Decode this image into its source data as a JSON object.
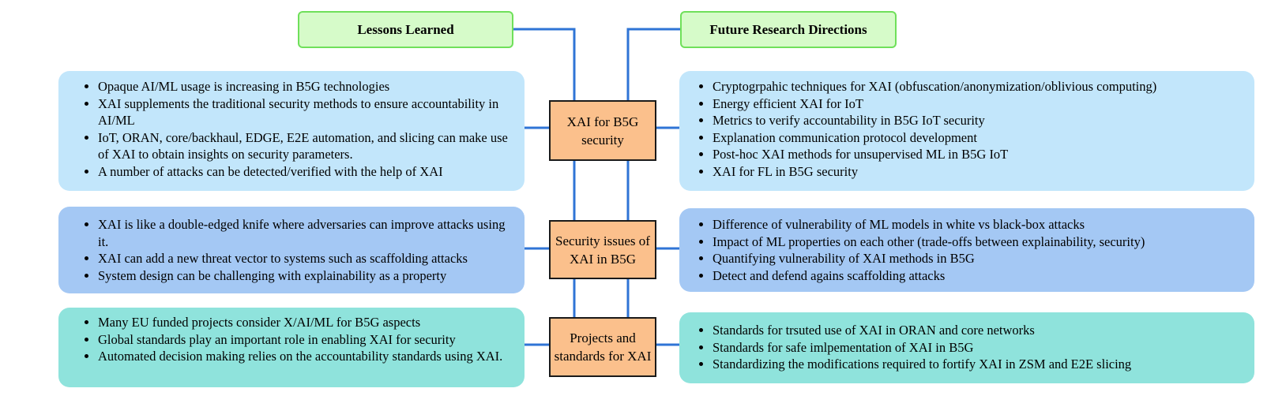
{
  "headers": {
    "left": "Lessons Learned",
    "right": "Future Research Directions"
  },
  "center_nodes": [
    {
      "label": "XAI for B5G security"
    },
    {
      "label": "Security issues of XAI in B5G"
    },
    {
      "label": "Projects and standards for XAI"
    }
  ],
  "left_panels": [
    {
      "items": [
        "Opaque AI/ML usage is increasing in B5G technologies",
        "XAI supplements the traditional security methods to ensure accountability in AI/ML",
        "IoT, ORAN, core/backhaul, EDGE, E2E automation, and slicing can make use of XAI to obtain insights on security parameters.",
        "A number of attacks can be detected/verified with the help of XAI"
      ]
    },
    {
      "items": [
        "XAI is like a double-edged knife where adversaries can improve attacks using it.",
        "XAI can add a new threat vector to systems such as scaffolding attacks",
        "System design can be challenging with explainability as a property"
      ]
    },
    {
      "items": [
        "Many EU funded projects consider X/AI/ML for B5G aspects",
        "Global standards play an important role in enabling XAI for security",
        "Automated decision making relies on the accountability standards using XAI."
      ]
    }
  ],
  "right_panels": [
    {
      "items": [
        "Cryptogrpahic techniques for XAI (obfuscation/anonymization/oblivious computing)",
        "Energy efficient XAI for IoT",
        "Metrics to verify accountability in B5G IoT security",
        "Explanation communication protocol development",
        "Post-hoc XAI methods for unsupervised ML in B5G IoT",
        "XAI for FL in B5G security"
      ]
    },
    {
      "items": [
        "Difference of vulnerability of ML models in white vs black-box attacks",
        "Impact of ML properties on each other (trade-offs between explainability, security)",
        "Quantifying vulnerability of XAI methods in B5G",
        "Detect and defend agains scaffolding attacks"
      ]
    },
    {
      "items": [
        "Standards for trsuted use of XAI in ORAN and core networks",
        "Standards for safe imlpementation of XAI in B5G",
        "Standardizing the modifications required to fortify XAI in ZSM and E2E slicing"
      ]
    }
  ],
  "colors": {
    "connector": "#2f74d6",
    "header_fill": "#d6fbc9",
    "header_border": "#6fe05a",
    "center_fill": "#fbc08c",
    "panel_1": "#c2e6fb",
    "panel_2": "#a4c8f4",
    "panel_3": "#8fe3dc"
  }
}
